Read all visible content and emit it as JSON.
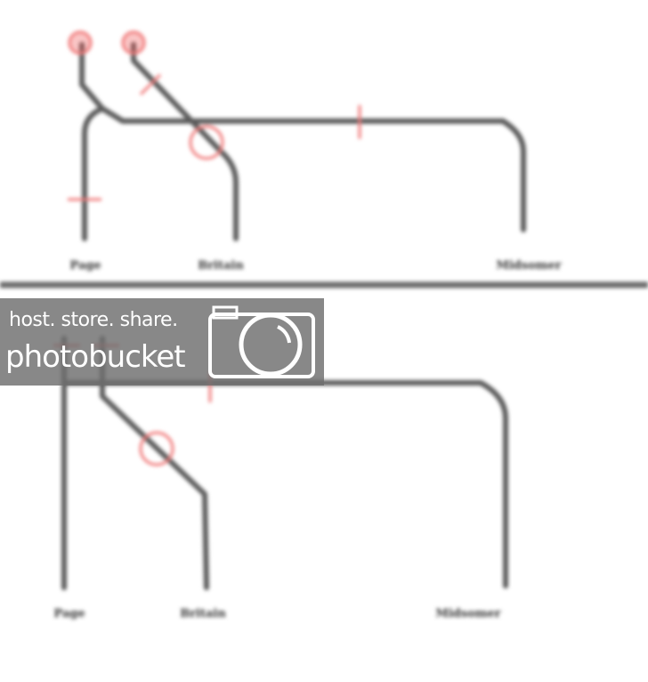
{
  "labels": {
    "top_left": "Page",
    "top_middle": "Britain",
    "top_right": "Midsomer",
    "bottom_left": "Page",
    "bottom_middle": "Britain",
    "bottom_right": "Midsomer"
  },
  "watermark": {
    "line1": "host. store. share.",
    "line2": "photobucket",
    "icon": "camera-icon"
  },
  "colors": {
    "track": "#5a5a5a",
    "signal": "#f07a7a",
    "divider": "#6a6a6a"
  }
}
